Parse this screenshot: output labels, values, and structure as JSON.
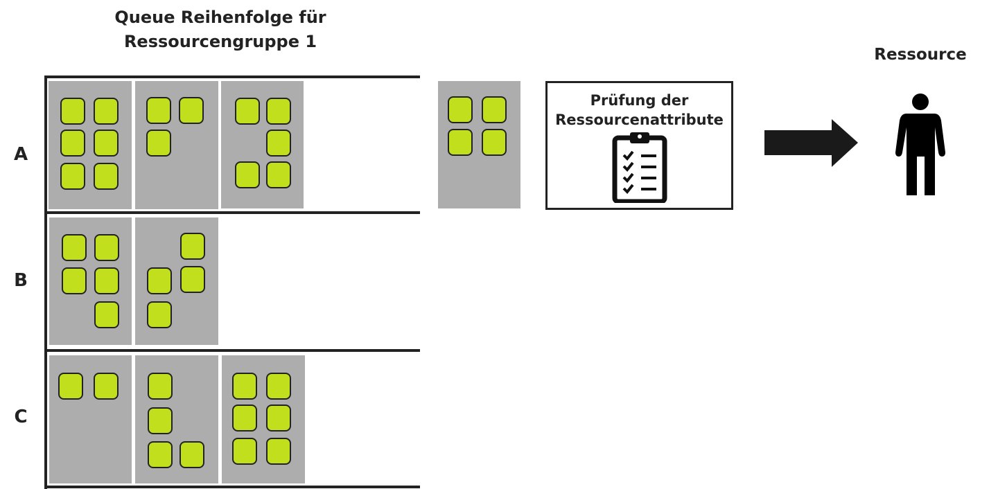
{
  "title_line1": "Queue Reihenfolge für",
  "title_line2": "Ressourcengruppe 1",
  "rows": [
    {
      "label": "A",
      "cards": [
        6,
        3,
        5
      ]
    },
    {
      "label": "B",
      "cards": [
        5,
        4
      ]
    },
    {
      "label": "C",
      "cards": [
        2,
        4,
        6
      ]
    }
  ],
  "in_process_card_items": 4,
  "check": {
    "line1": "Prüfung der",
    "line2": "Ressourcenattribute",
    "icon": "clipboard-checklist-icon"
  },
  "resource": {
    "label": "Ressource",
    "icon": "person-icon"
  },
  "colors": {
    "card": "#adadad",
    "item": "#c2df1e",
    "stroke": "#222222"
  }
}
